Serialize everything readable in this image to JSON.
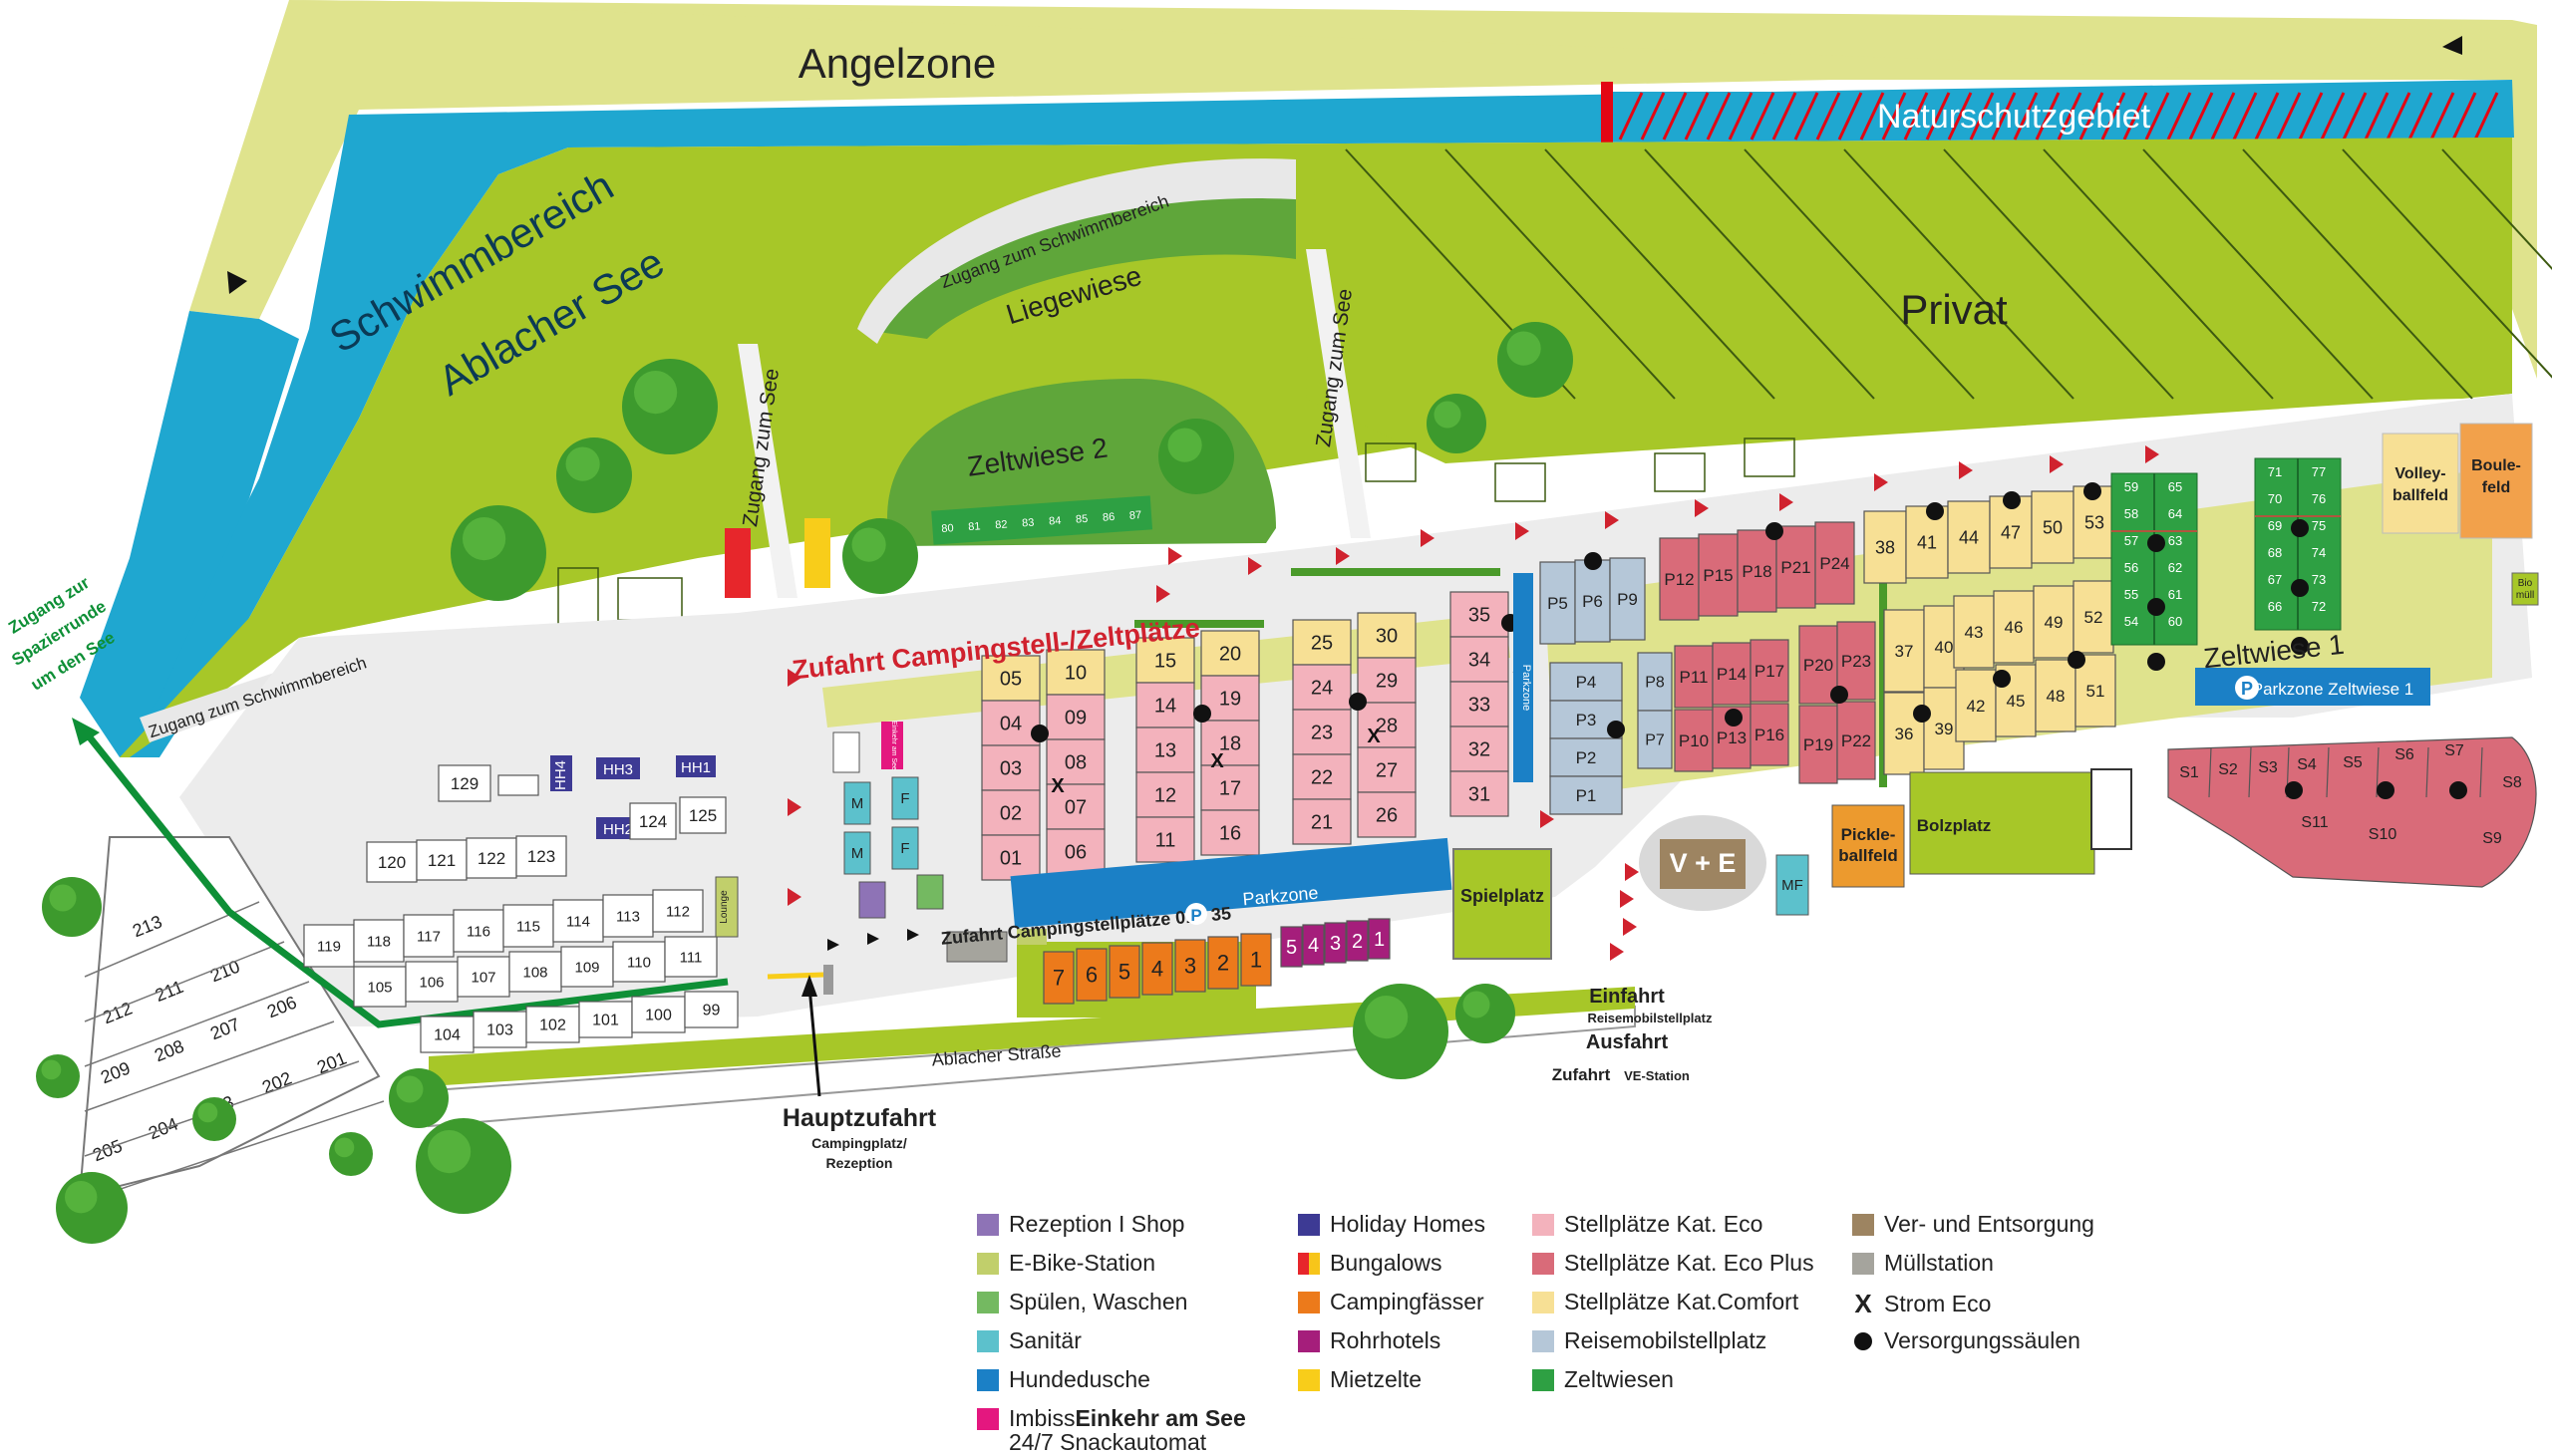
{
  "areas": {
    "angelzone": "Angelzone",
    "naturschutz": "Naturschutzgebiet",
    "schwimm1": "Schwimmbereich",
    "schwimm2": "Ablacher See",
    "privat": "Privat",
    "liegewiese": "Liegewiese",
    "zugang_schwimm": "Zugang zum Schwimmbereich",
    "zugang_see": "Zugang zum See",
    "zeltwiese2": "Zeltwiese 2",
    "zeltwiese1": "Zeltwiese 1",
    "parkzone_zw1": "Parkzone Zeltwiese 1",
    "zufahrt_camp": "Zufahrt Campingstell-/Zeltplätze",
    "zufahrt_01_35": "Zufahrt Campingstellplätze 01 - 35",
    "parkzone": "Parkzone",
    "parkzone_small": "Parkzone",
    "spielplatz": "Spielplatz",
    "ve": "V + E",
    "mf": "MF",
    "pickle1": "Pickle-",
    "pickle2": "ballfeld",
    "bolzplatz": "Bolzplatz",
    "volley1": "Volley-",
    "volley2": "ballfeld",
    "boule1": "Boule-",
    "boule2": "feld",
    "biomull1": "Bio",
    "biomull2": "müll",
    "lounge": "Lounge",
    "p_symbol": "P",
    "m": "M",
    "f": "F",
    "imbiss_short": "Einkehr am See",
    "ablacher_str": "Ablacher Straße",
    "hauptzufahrt": "Hauptzufahrt",
    "haupt_sub1": "Campingplatz/",
    "haupt_sub2": "Rezeption",
    "einfahrt": "Einfahrt",
    "einfahrt_sub": "Reisemobilstellplatz",
    "ausfahrt": "Ausfahrt",
    "zufahrt_ve": "Zufahrt",
    "zufahrt_ve_sub": "VE-Station",
    "spazier1": "Zugang zur",
    "spazier2": "Spazierrunde",
    "spazier3": "um den See"
  },
  "plots": {
    "zeltwiese2": [
      "80",
      "81",
      "82",
      "83",
      "84",
      "85",
      "86",
      "87"
    ],
    "hh": [
      "HH4",
      "HH3",
      "HH1",
      "HH2"
    ],
    "bungalow_row1": [
      "129"
    ],
    "bungalow_row2": [
      "120",
      "121",
      "122",
      "123",
      "124",
      "125"
    ],
    "bungalow_row3": [
      "119",
      "118",
      "117",
      "116",
      "115",
      "114",
      "113",
      "112"
    ],
    "bungalow_row4": [
      "105",
      "106",
      "107",
      "108",
      "109",
      "110",
      "111"
    ],
    "bungalow_row5": [
      "104",
      "103",
      "102",
      "101",
      "100",
      "99"
    ],
    "left_block": [
      "213",
      "212",
      "211",
      "210",
      "209",
      "208",
      "207",
      "206",
      "205",
      "204",
      "203",
      "202",
      "201"
    ],
    "eco_c1": [
      "05",
      "04",
      "03",
      "02",
      "01"
    ],
    "eco_c2": [
      "10",
      "09",
      "08",
      "07",
      "06"
    ],
    "eco_c3": [
      "15",
      "14",
      "13",
      "12",
      "11"
    ],
    "eco_c4": [
      "20",
      "19",
      "18",
      "17",
      "16"
    ],
    "eco_c5": [
      "25",
      "24",
      "23",
      "22",
      "21"
    ],
    "eco_c6": [
      "30",
      "29",
      "28",
      "27",
      "26"
    ],
    "eco_c7": [
      "35",
      "34",
      "33",
      "32",
      "31"
    ],
    "fass": [
      "7",
      "6",
      "5",
      "4",
      "3",
      "2",
      "1"
    ],
    "rohr": [
      "5",
      "4",
      "3",
      "2",
      "1"
    ],
    "rm_top": [
      "P5",
      "P6",
      "P9"
    ],
    "rm_left": [
      "P4",
      "P3",
      "P2",
      "P1"
    ],
    "rm_mid": [
      "P8",
      "P7"
    ],
    "ecoplus_top": [
      "P12",
      "P15",
      "P18",
      "P21",
      "P24"
    ],
    "ecoplus_a": [
      "P11",
      "P14",
      "P17",
      "P10",
      "P13",
      "P16"
    ],
    "ecoplus_b": [
      "P20",
      "P23",
      "P19",
      "P22"
    ],
    "comfort_top": [
      "38",
      "41",
      "44",
      "47",
      "50",
      "53"
    ],
    "comfort_a": [
      "37",
      "40",
      "36",
      "39"
    ],
    "comfort_b": [
      "43",
      "46",
      "49",
      "52",
      "42",
      "45",
      "48",
      "51"
    ],
    "zw1_a": [
      "59",
      "65",
      "58",
      "64",
      "57",
      "63",
      "56",
      "62",
      "55",
      "61",
      "54",
      "60"
    ],
    "zw1_b": [
      "71",
      "77",
      "70",
      "76",
      "69",
      "75",
      "68",
      "74",
      "67",
      "73",
      "66",
      "72"
    ],
    "s_plots": [
      "S1",
      "S2",
      "S3",
      "S4",
      "S5",
      "S6",
      "S7",
      "S8",
      "S11",
      "S10",
      "S9"
    ]
  },
  "legend": [
    {
      "label": "Rezeption I Shop",
      "color": "#8e73b6",
      "kind": "swatch"
    },
    {
      "label": "E-Bike-Station",
      "color": "#c1cf6b",
      "kind": "swatch"
    },
    {
      "label": "Spülen, Waschen",
      "color": "#74b961",
      "kind": "swatch"
    },
    {
      "label": "Sanitär",
      "color": "#5cc1cc",
      "kind": "swatch"
    },
    {
      "label": "Hundedusche",
      "color": "#1b80c6",
      "kind": "swatch"
    },
    {
      "label": "Imbiss",
      "bold": "Einkehr am See",
      "extra": "24/7 Snackautomat",
      "color": "#e4177f",
      "kind": "swatch"
    },
    {
      "label": "Holiday Homes",
      "color": "#3d3a94",
      "kind": "swatch"
    },
    {
      "label": "Bungalows",
      "color": "#e7262b",
      "color2": "#f7c51a",
      "kind": "split"
    },
    {
      "label": "Campingfässer",
      "color": "#ec7a1b",
      "kind": "swatch"
    },
    {
      "label": "Rohrhotels",
      "color": "#a51e7b",
      "kind": "swatch"
    },
    {
      "label": "Mietzelte",
      "color": "#f8cd1a",
      "kind": "swatch"
    },
    {
      "label": "Stellplätze Kat. Eco",
      "color": "#f3b2bc",
      "kind": "swatch"
    },
    {
      "label": "Stellplätze Kat. Eco Plus",
      "color": "#d96b79",
      "kind": "swatch"
    },
    {
      "label": "Stellplätze Kat.Comfort",
      "color": "#f7e095",
      "kind": "swatch"
    },
    {
      "label": "Reisemobilstellplatz",
      "color": "#b5c7d8",
      "kind": "swatch"
    },
    {
      "label": "Zeltwiesen",
      "color": "#2ea043",
      "kind": "swatch"
    },
    {
      "label": "Ver- und Entsorgung",
      "color": "#9d8461",
      "kind": "swatch"
    },
    {
      "label": "Müllstation",
      "color": "#a5a49d",
      "kind": "swatch"
    },
    {
      "label": "Strom Eco",
      "symbol": "X",
      "kind": "x"
    },
    {
      "label": "Versorgungssäulen",
      "kind": "dot"
    }
  ]
}
